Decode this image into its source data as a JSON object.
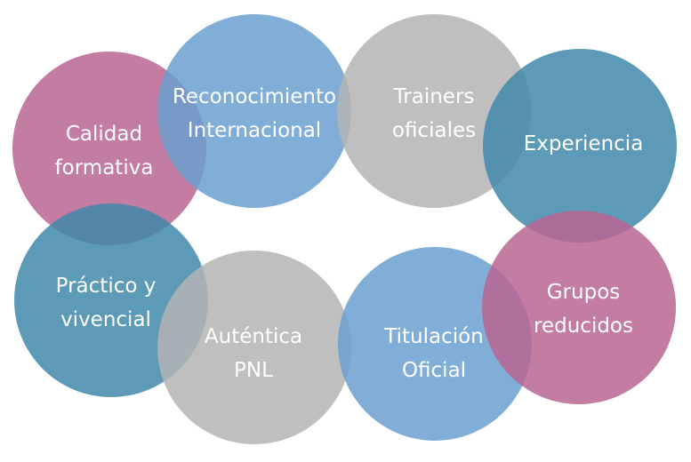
{
  "colors": {
    "pink": "#b86592",
    "light_blue": "#6ba0cf",
    "gray": "#b4b4b4",
    "teal": "#4088aa"
  },
  "circles": [
    {
      "line1": "Calidad",
      "line2": "formativa",
      "color": "pink"
    },
    {
      "line1": "Reconocimiento",
      "line2": "Internacional",
      "color": "light_blue"
    },
    {
      "line1": "Trainers",
      "line2": "oficiales",
      "color": "gray"
    },
    {
      "line1": "Experiencia",
      "line2": "",
      "color": "teal"
    },
    {
      "line1": "Práctico y",
      "line2": "vivencial",
      "color": "teal"
    },
    {
      "line1": "Auténtica",
      "line2": "PNL",
      "color": "gray"
    },
    {
      "line1": "Titulación",
      "line2": "Oficial",
      "color": "light_blue"
    },
    {
      "line1": "Grupos",
      "line2": "reducidos",
      "color": "pink"
    }
  ]
}
